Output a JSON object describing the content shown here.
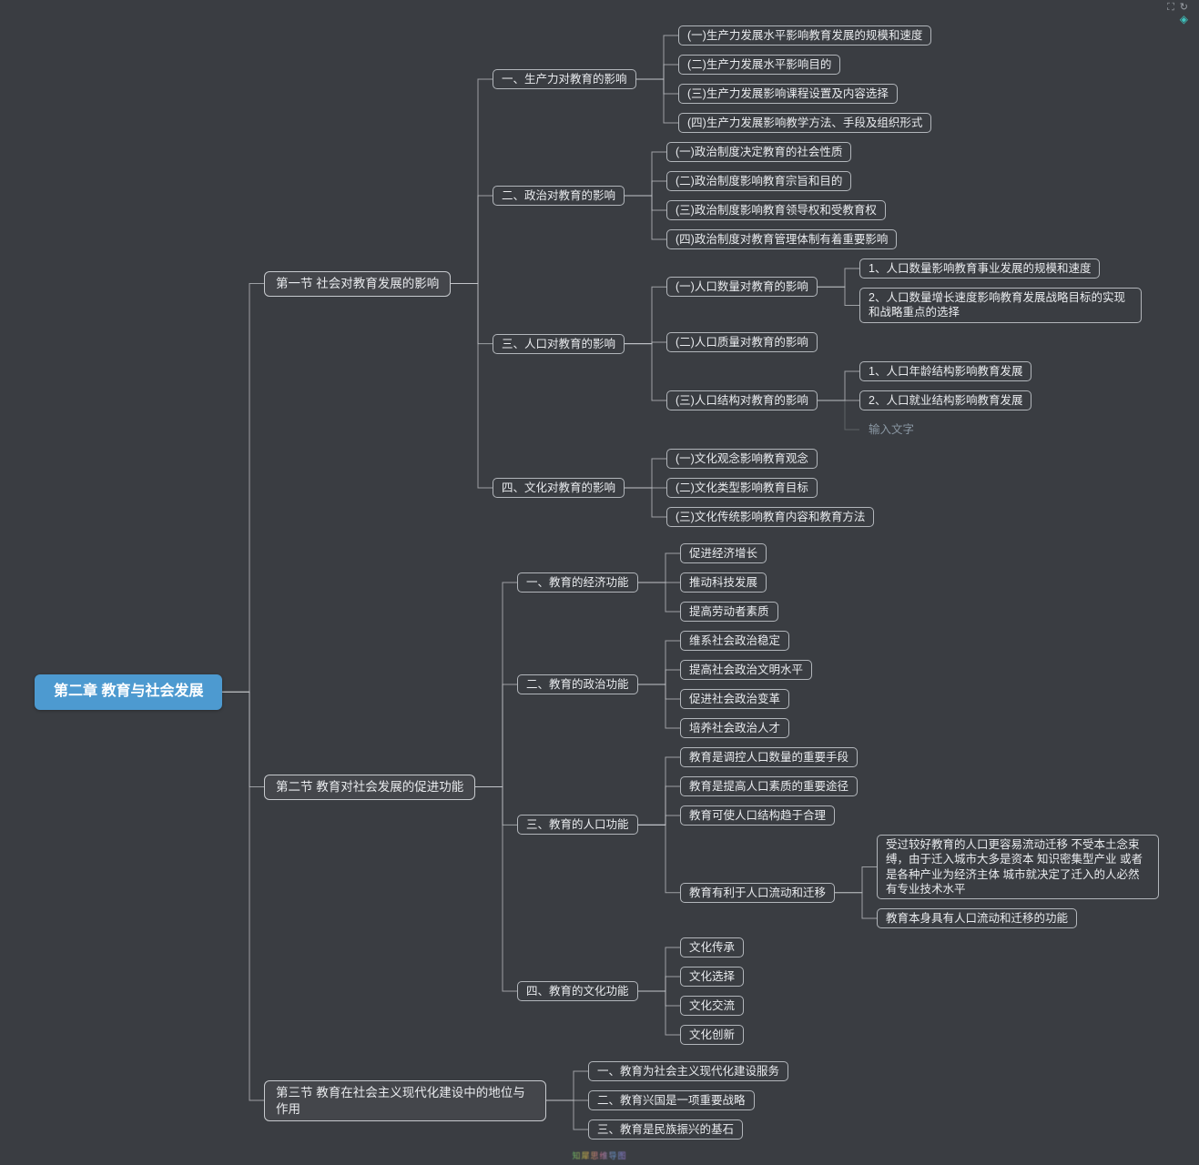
{
  "ui": {
    "top_icons": [
      {
        "name": "fullscreen-icon",
        "glyph": "⛶"
      },
      {
        "name": "redo-icon",
        "glyph": "↻"
      },
      {
        "name": "node-add-icon",
        "glyph": "◈"
      }
    ],
    "watermark": "知犀思维导图",
    "colors": {
      "background": "#3a3d42",
      "root_fill": "#4d9ad0",
      "node_border": "#b2b6bb",
      "connector": "#c3c6ca"
    }
  },
  "tree": {
    "text": "第二章 教育与社会发展",
    "style": "root",
    "children": [
      {
        "text": "第一节 社会对教育发展的影响",
        "style": "section",
        "children": [
          {
            "text": "一、生产力对教育的影响",
            "children": [
              {
                "text": "(一)生产力发展水平影响教育发展的规模和速度"
              },
              {
                "text": "(二)生产力发展水平影响目的"
              },
              {
                "text": "(三)生产力发展影响课程设置及内容选择"
              },
              {
                "text": "(四)生产力发展影响教学方法、手段及组织形式"
              }
            ]
          },
          {
            "text": "二、政治对教育的影响",
            "children": [
              {
                "text": "(一)政治制度决定教育的社会性质"
              },
              {
                "text": "(二)政治制度影响教育宗旨和目的"
              },
              {
                "text": "(三)政治制度影响教育领导权和受教育权"
              },
              {
                "text": "(四)政治制度对教育管理体制有着重要影响"
              }
            ]
          },
          {
            "text": "三、人口对教育的影响",
            "children": [
              {
                "text": "(一)人口数量对教育的影响",
                "children": [
                  {
                    "text": "1、人口数量影响教育事业发展的规模和速度"
                  },
                  {
                    "text": "2、人口数量增长速度影响教育发展战略目标的实现和战略重点的选择"
                  }
                ]
              },
              {
                "text": "(二)人口质量对教育的影响"
              },
              {
                "text": "(三)人口结构对教育的影响",
                "children": [
                  {
                    "text": "1、人口年龄结构影响教育发展"
                  },
                  {
                    "text": "2、人口就业结构影响教育发展"
                  },
                  {
                    "text": "输入文字",
                    "style": "ghost"
                  }
                ]
              }
            ]
          },
          {
            "text": "四、文化对教育的影响",
            "children": [
              {
                "text": "(一)文化观念影响教育观念"
              },
              {
                "text": "(二)文化类型影响教育目标"
              },
              {
                "text": "(三)文化传统影响教育内容和教育方法"
              }
            ]
          }
        ]
      },
      {
        "text": "第二节 教育对社会发展的促进功能",
        "style": "section",
        "children": [
          {
            "text": "一、教育的经济功能",
            "children": [
              {
                "text": "促进经济增长"
              },
              {
                "text": "推动科技发展"
              },
              {
                "text": "提高劳动者素质"
              }
            ]
          },
          {
            "text": "二、教育的政治功能",
            "children": [
              {
                "text": "维系社会政治稳定"
              },
              {
                "text": "提高社会政治文明水平"
              },
              {
                "text": "促进社会政治变革"
              },
              {
                "text": "培养社会政治人才"
              }
            ]
          },
          {
            "text": "三、教育的人口功能",
            "children": [
              {
                "text": "教育是调控人口数量的重要手段"
              },
              {
                "text": "教育是提高人口素质的重要途径"
              },
              {
                "text": "教育可使人口结构趋于合理"
              },
              {
                "text": "教育有利于人口流动和迁移",
                "children": [
                  {
                    "text": "受过较好教育的人口更容易流动迁移 不受本土念束缚，由于迁入城市大多是资本 知识密集型产业 或者是各种产业为经济主体 城市就决定了迁入的人必然有专业技术水平"
                  },
                  {
                    "text": "教育本身具有人口流动和迁移的功能"
                  }
                ]
              }
            ]
          },
          {
            "text": "四、教育的文化功能",
            "children": [
              {
                "text": "文化传承"
              },
              {
                "text": "文化选择"
              },
              {
                "text": "文化交流"
              },
              {
                "text": "文化创新"
              }
            ]
          }
        ]
      },
      {
        "text": "第三节 教育在社会主义现代化建设中的地位与作用",
        "style": "section",
        "children": [
          {
            "text": "一、教育为社会主义现代化建设服务"
          },
          {
            "text": "二、教育兴国是一项重要战略"
          },
          {
            "text": "三、教育是民族振兴的基石"
          }
        ]
      }
    ]
  }
}
